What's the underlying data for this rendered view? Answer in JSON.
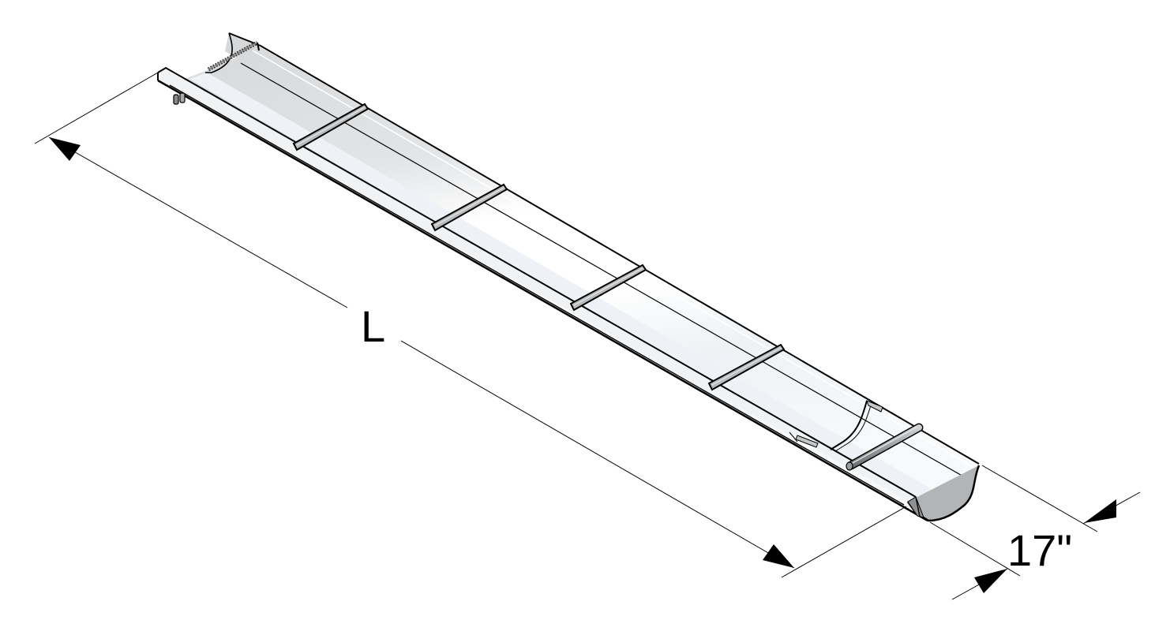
{
  "drawing": {
    "title": "Trough assembly isometric view",
    "dimensions": {
      "length_label": "L",
      "width_label": "17\""
    },
    "components": {
      "straps_count": 5,
      "end_rod_count": 1,
      "end_chain_count": 1
    },
    "colors": {
      "outline": "#000000",
      "trough_light": "#f1f4f7",
      "trough_mid": "#d4d6d8",
      "trough_dark": "#a9abad",
      "strap_fill": "#b9bbbd",
      "background": "#ffffff"
    }
  }
}
